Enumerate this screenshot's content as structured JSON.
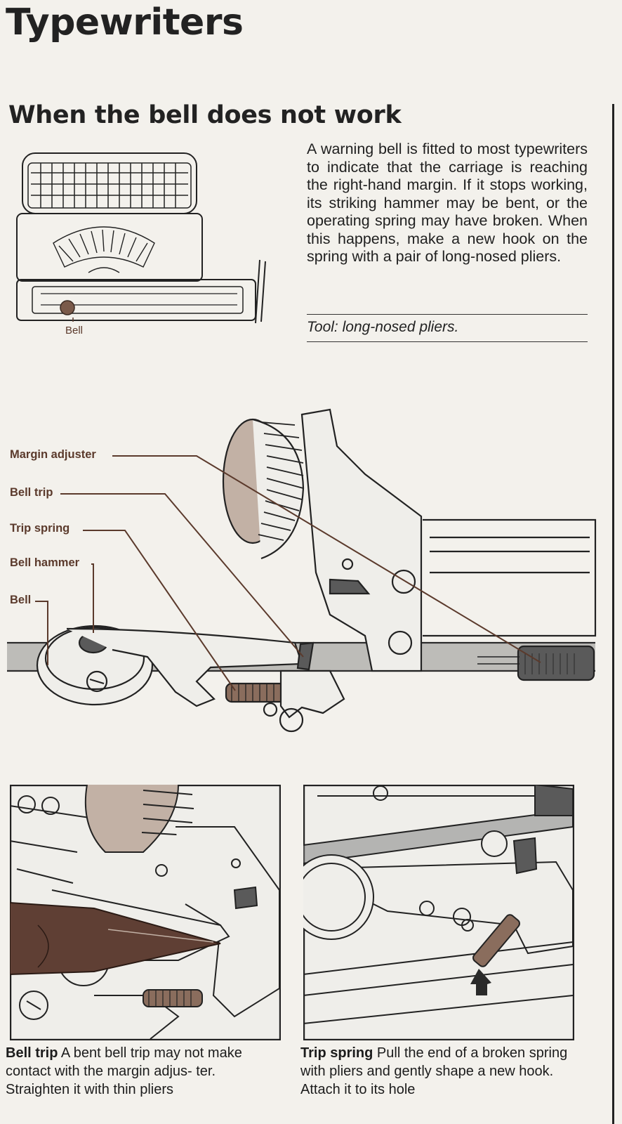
{
  "section_title": "Typewriters",
  "article": {
    "title": "When the bell does not work",
    "intro": "A warning bell is fitted to most typewriters to indicate that the carriage is reaching the right-hand margin. If it stops working, its striking hammer may be bent, or the operating spring may have broken. When this happens, make a new hook on the spring with a pair of long-nosed pliers.",
    "tool": "Tool: long-nosed pliers."
  },
  "overview_figure": {
    "label": "Bell"
  },
  "main_figure": {
    "callouts": [
      "Margin adjuster",
      "Bell trip",
      "Trip spring",
      "Bell hammer",
      "Bell"
    ]
  },
  "steps": [
    {
      "heading": "Bell trip",
      "text": "A bent bell trip may not make contact with the margin adjus- ter. Straighten it with thin pliers"
    },
    {
      "heading": "Trip spring",
      "text": "Pull the end of a broken spring with pliers and gently shape a new hook. Attach it to its hole"
    }
  ],
  "colors": {
    "accent_brown": "#5b3a2c",
    "paper": "#f3f1ec",
    "ink": "#1c1c1c"
  }
}
